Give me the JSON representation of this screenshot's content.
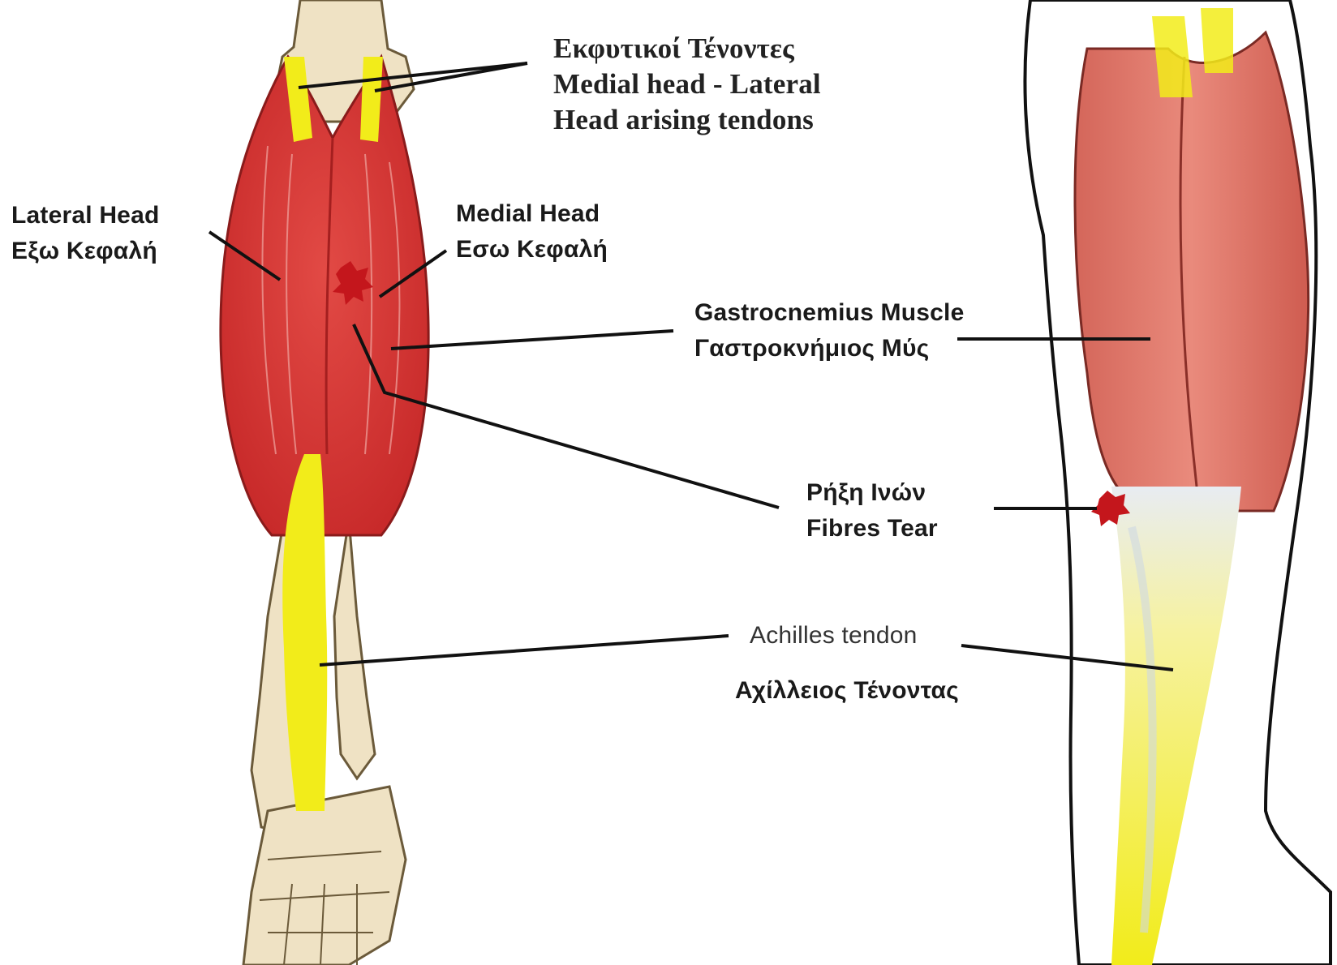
{
  "labels": {
    "arising_tendons": {
      "line1": "Εκφυτικοί Τένοντες",
      "line2": "Medial head - Lateral",
      "line3": "Head arising tendons"
    },
    "lateral_head": {
      "en": "Lateral Head",
      "el": "Εξω Κεφαλή"
    },
    "medial_head": {
      "en": "Medial Head",
      "el": "Εσω Κεφαλή"
    },
    "gastrocnemius": {
      "en": "Gastrocnemius Muscle",
      "el": "Γαστροκνήμιος Μύς"
    },
    "fibres_tear": {
      "el": "Ρήξη Ινών",
      "en": "Fibres Tear"
    },
    "achilles": {
      "en": "Achilles tendon",
      "el": "Αχίλλειος Τένοντας"
    }
  },
  "colors": {
    "muscle": "#d93a36",
    "muscle_side_view": "#e07a6c",
    "tendon": "#f2ec1a",
    "bone": "#efe2c4",
    "outline": "#111111",
    "tear": "#c4161c"
  }
}
